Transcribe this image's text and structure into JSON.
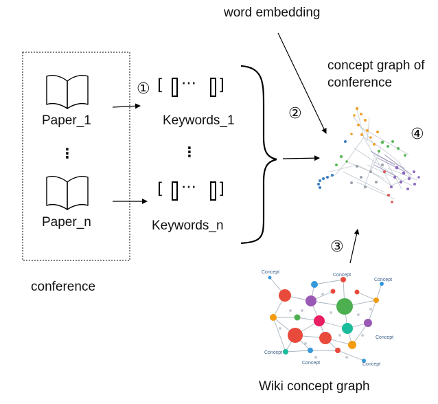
{
  "labels": {
    "word_embedding": "word embedding",
    "concept_graph_line1": "concept graph of",
    "concept_graph_line2": "conference",
    "paper_1": "Paper_1",
    "paper_n": "Paper_n",
    "keywords_1": "Keywords_1",
    "keywords_n": "Keywords_n",
    "conference": "conference",
    "wiki_concept_graph": "Wiki concept graph",
    "vertical_ellipsis": "⋮",
    "bracket_ellipsis": "···"
  },
  "steps": {
    "step1": "①",
    "step2": "②",
    "step3": "③",
    "step4": "④"
  },
  "wiki_node_labels": [
    "Concept",
    "Concept",
    "Concept",
    "Concept",
    "Concept",
    "Concept",
    "Concept"
  ],
  "icons": {
    "paper": "open-book-icon",
    "keyword_vector": "bracketed-vector-icon"
  },
  "colors": {
    "graph_orange": "#f0a030",
    "graph_green": "#5cb85c",
    "graph_purple": "#8e6bbf",
    "graph_blue": "#3a7fc1",
    "graph_red": "#d9534f",
    "edge_gray": "#9aa3ad",
    "wiki_red": "#e84b3c",
    "wiki_green": "#4caf50",
    "wiki_orange": "#f39c12",
    "wiki_purple": "#9b59b6",
    "wiki_pink": "#e91e63",
    "wiki_teal": "#1abc9c",
    "wiki_blue": "#3498db"
  }
}
